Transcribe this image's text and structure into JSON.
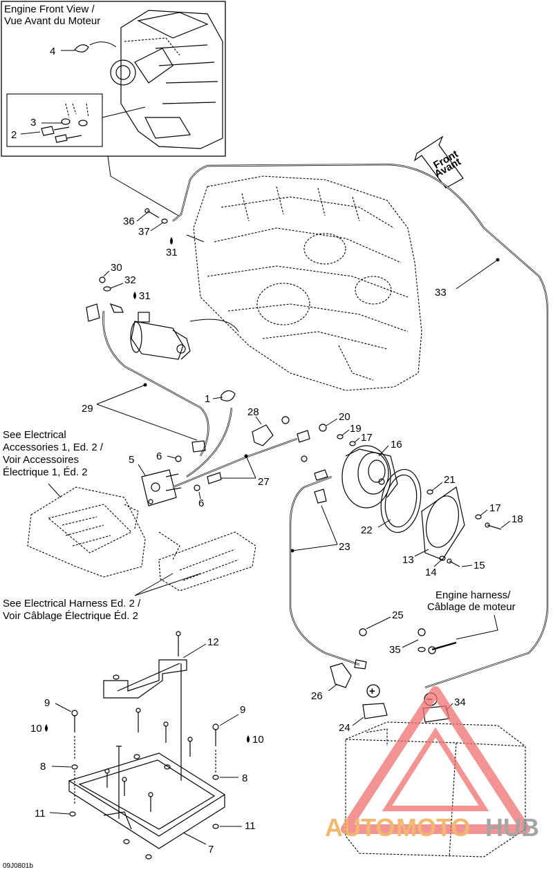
{
  "captions": {
    "engine_front_view": [
      "Engine Front View /",
      "Vue Avant du Moteur"
    ],
    "see_accessories": [
      "See Electrical",
      "Accessories 1, Ed. 2 /",
      "Voir Accessoires",
      "Électrique 1, Éd. 2"
    ],
    "see_harness": [
      "See Electrical Harness Ed. 2 /",
      "Voir Câblage Électrique Éd. 2"
    ],
    "engine_harness": [
      "Engine harness/",
      "Câblage de moteur"
    ],
    "front_arrow": [
      "Front",
      "Avant"
    ]
  },
  "drawing_code": "09J0801b",
  "watermark": {
    "text_a": "AUTO",
    "text_b": "MOTO",
    "text_c": "HUB",
    "color_main": "#f0a040",
    "color_hub": "#888888",
    "triangle_color": "#f08080"
  },
  "callouts": {
    "c1": "1",
    "c2": "2",
    "c3": "3",
    "c4": "4",
    "c5": "5",
    "c6a": "6",
    "c6b": "6",
    "c7": "7",
    "c8a": "8",
    "c8b": "8",
    "c9a": "9",
    "c9b": "9",
    "c10a": "10",
    "c10b": "10",
    "c11a": "11",
    "c11b": "11",
    "c12": "12",
    "c13": "13",
    "c14": "14",
    "c15": "15",
    "c16": "16",
    "c17a": "17",
    "c17b": "17",
    "c18": "18",
    "c19": "19",
    "c20": "20",
    "c21": "21",
    "c22": "22",
    "c23": "23",
    "c24": "24",
    "c25": "25",
    "c26": "26",
    "c27": "27",
    "c28": "28",
    "c29": "29",
    "c30": "30",
    "c31a": "31",
    "c31b": "31",
    "c32": "32",
    "c33": "33",
    "c34": "34",
    "c35": "35",
    "c36": "36",
    "c37": "37"
  },
  "symbols": {
    "plus": "+",
    "minus": "−"
  }
}
